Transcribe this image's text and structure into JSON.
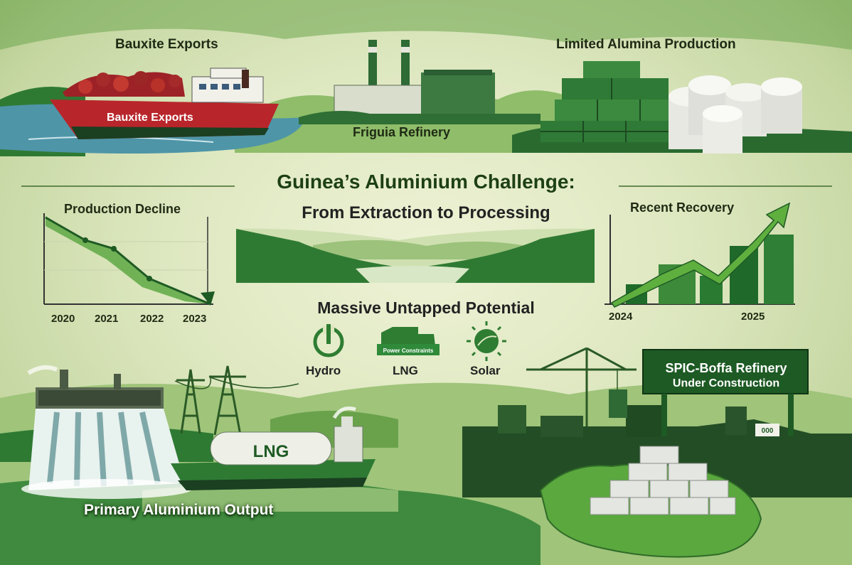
{
  "title": "Guinea’s Aluminium Challenge:",
  "subtitle": "From Extraction to Processing",
  "labels": {
    "bauxite_top": "Bauxite Exports",
    "ship_hull": "Bauxite Exports",
    "alumina": "Limited Alumina Production",
    "friguia": "Friguia Refinery",
    "production_decline": "Production Decline",
    "recent_recovery": "Recent Recovery",
    "potential": "Massive Untapped Potential",
    "spic_line1": "SPIC-Boffa Refinery",
    "spic_line2": "Under Construction",
    "primary_output": "Primary Aluminium Output",
    "lng_tank": "LNG",
    "sign_code": "000"
  },
  "decline_chart": {
    "x_ticks": [
      "2020",
      "2021",
      "2022",
      "2023"
    ]
  },
  "recovery_chart": {
    "x_ticks": [
      "2024",
      "2025"
    ]
  },
  "energy_icons": [
    {
      "label": "Hydro",
      "icon": "hydro-power-icon"
    },
    {
      "label": "LNG",
      "icon": "power-constraints-icon",
      "sub": "Power Constraints"
    },
    {
      "label": "Solar",
      "icon": "sun-icon"
    }
  ],
  "colors": {
    "deep_green": "#1e5a24",
    "mid_green": "#3b8a34",
    "light_green": "#7fbf56",
    "ship_red": "#b8262b",
    "background": "#dfe8c4"
  }
}
